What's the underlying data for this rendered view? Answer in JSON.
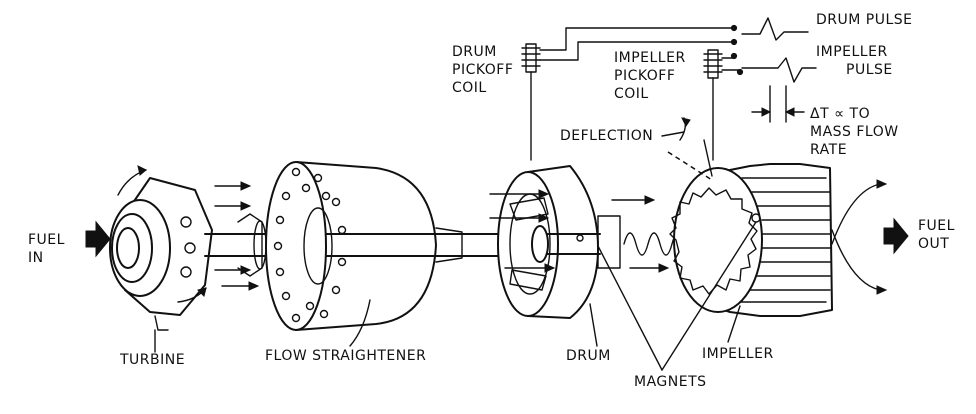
{
  "labels": {
    "fuel_in": [
      "FUEL",
      "IN"
    ],
    "fuel_out": [
      "FUEL",
      "OUT"
    ],
    "turbine": "TURBINE",
    "flow_straightener": "FLOW STRAIGHTENER",
    "drum": "DRUM",
    "magnets": "MAGNETS",
    "impeller": "IMPELLER",
    "deflection": "DEFLECTION",
    "drum_pickoff_coil": [
      "DRUM",
      "PICKOFF",
      "COIL"
    ],
    "impeller_pickoff_coil": [
      "IMPELLER",
      "PICKOFF",
      "COIL"
    ],
    "drum_pulse": "DRUM PULSE",
    "impeller_pulse": [
      "IMPELLER",
      "PULSE"
    ],
    "delta_t": [
      "ΔT ∝ TO",
      "MASS FLOW",
      "RATE"
    ]
  }
}
